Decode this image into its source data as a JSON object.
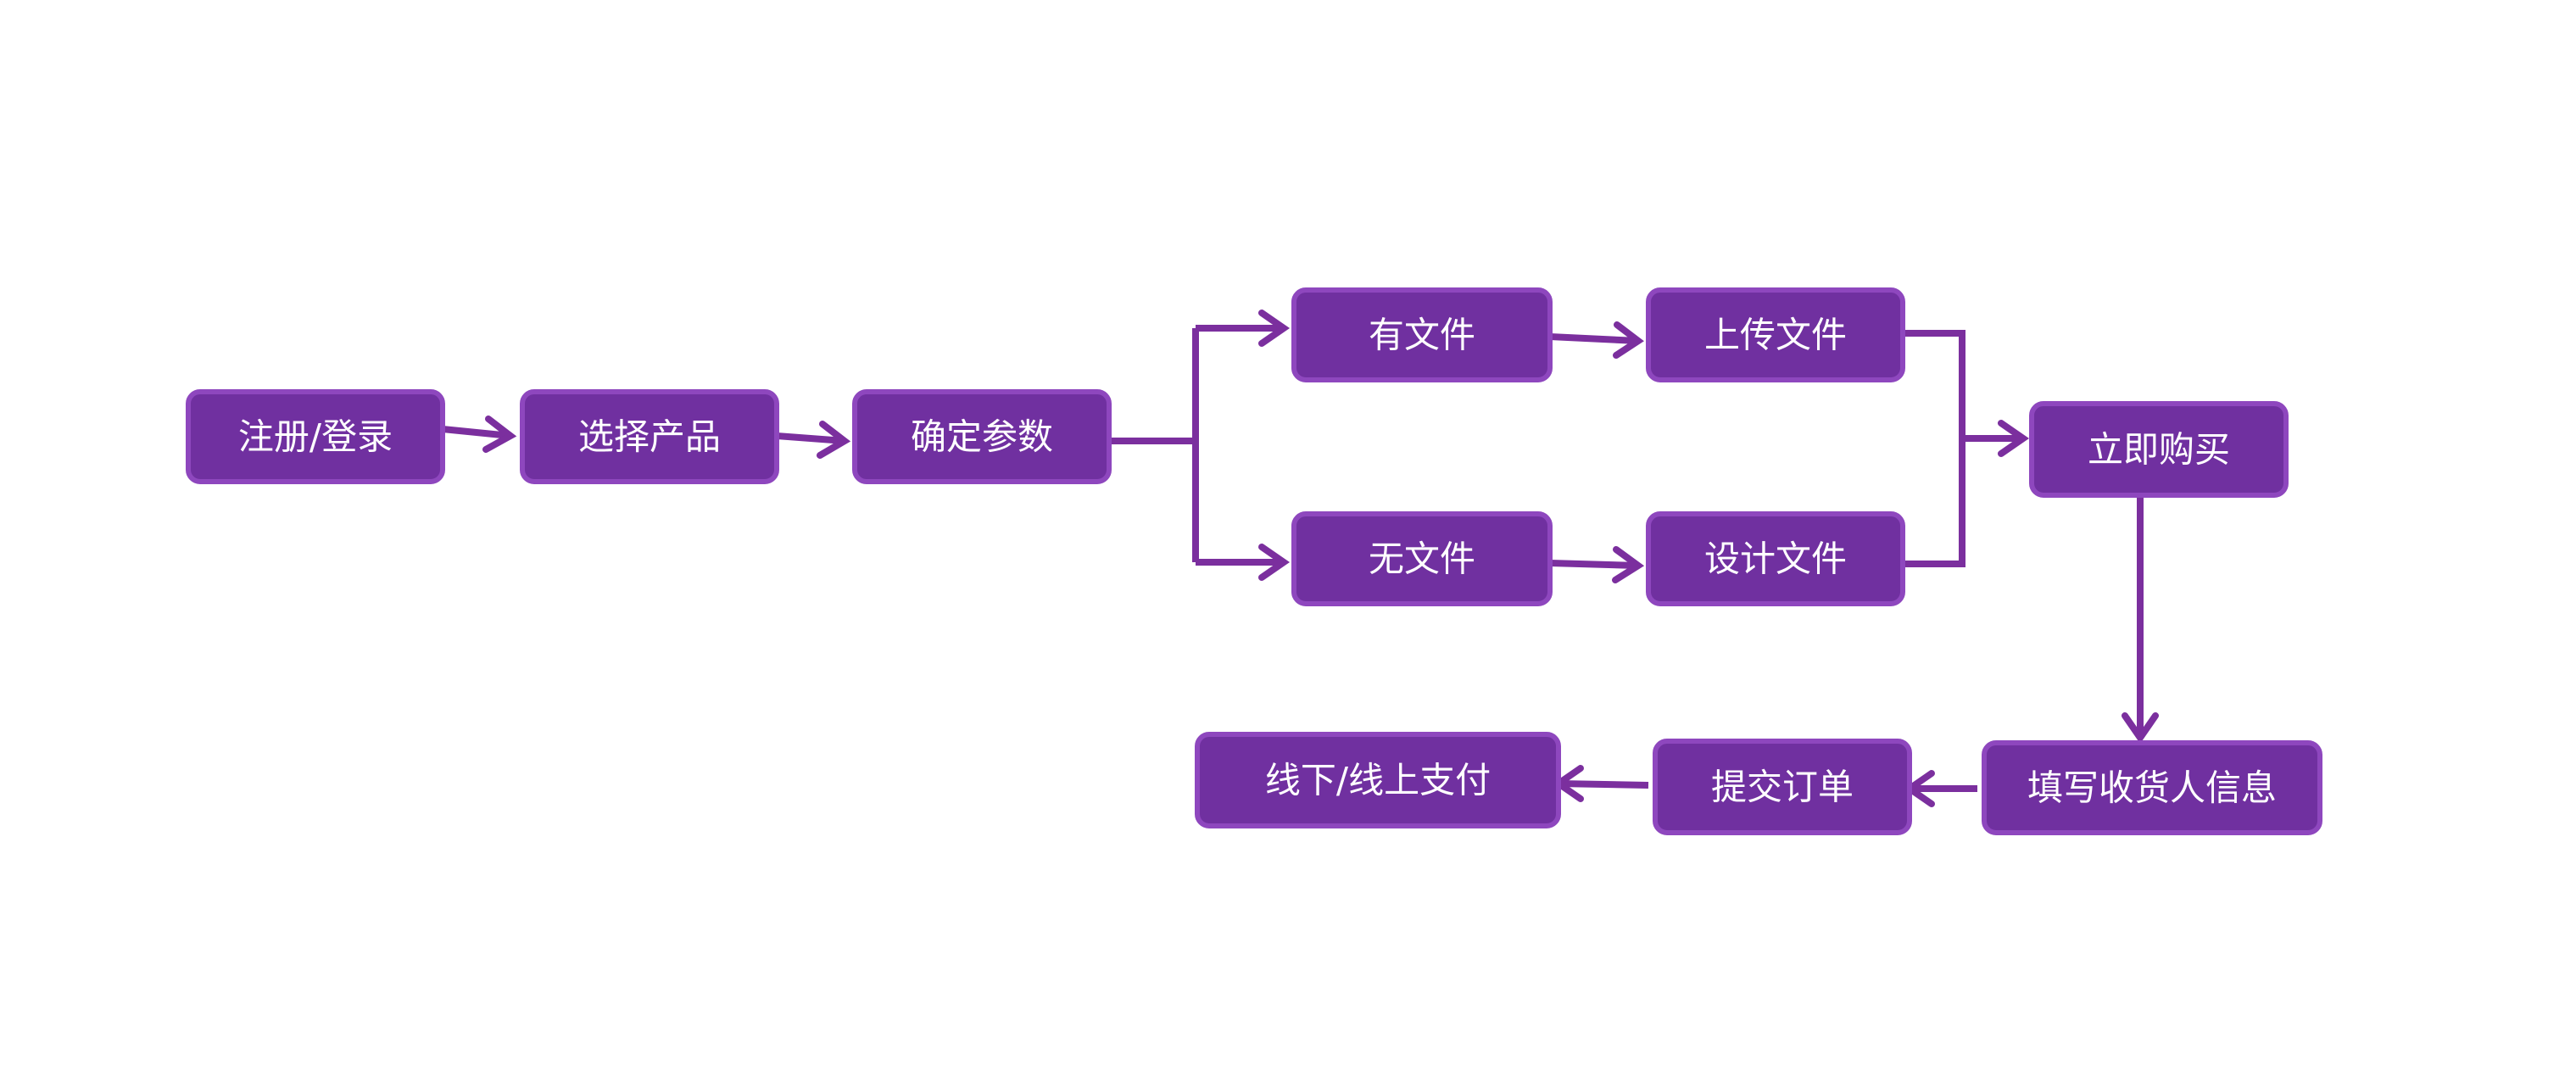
{
  "diagram": {
    "nodes": [
      {
        "id": "register_login",
        "label": "注册/登录"
      },
      {
        "id": "select_product",
        "label": "选择产品"
      },
      {
        "id": "confirm_params",
        "label": "确定参数"
      },
      {
        "id": "has_file",
        "label": "有文件"
      },
      {
        "id": "upload_file",
        "label": "上传文件"
      },
      {
        "id": "no_file",
        "label": "无文件"
      },
      {
        "id": "design_file",
        "label": "设计文件"
      },
      {
        "id": "buy_now",
        "label": "立即购买"
      },
      {
        "id": "fill_receiver",
        "label": "填写收货人信息"
      },
      {
        "id": "submit_order",
        "label": "提交订单"
      },
      {
        "id": "payment",
        "label": "线下/线上支付"
      }
    ],
    "edges": [
      {
        "from": "register_login",
        "to": "select_product"
      },
      {
        "from": "select_product",
        "to": "confirm_params"
      },
      {
        "from": "confirm_params",
        "to": "has_file"
      },
      {
        "from": "confirm_params",
        "to": "no_file"
      },
      {
        "from": "has_file",
        "to": "upload_file"
      },
      {
        "from": "no_file",
        "to": "design_file"
      },
      {
        "from": "upload_file",
        "to": "buy_now"
      },
      {
        "from": "design_file",
        "to": "buy_now"
      },
      {
        "from": "buy_now",
        "to": "fill_receiver"
      },
      {
        "from": "fill_receiver",
        "to": "submit_order"
      },
      {
        "from": "submit_order",
        "to": "payment"
      }
    ]
  },
  "colors": {
    "node_fill": "#7030a0",
    "node_border": "#8e47be",
    "edge": "#7b2f9e",
    "text": "#ffffff",
    "background": "#ffffff"
  }
}
